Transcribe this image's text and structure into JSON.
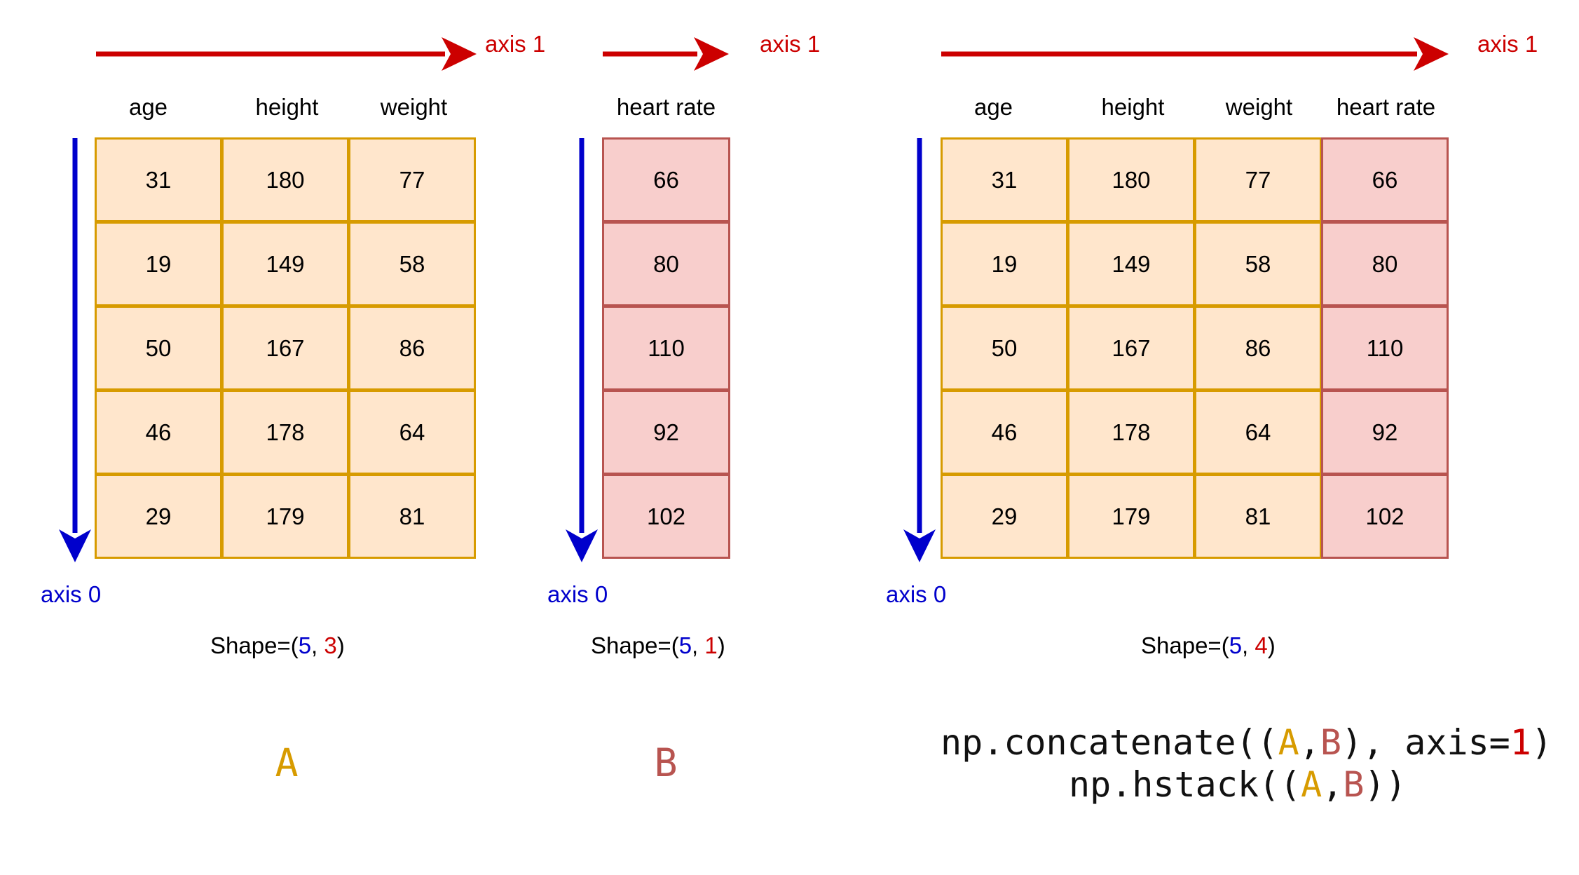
{
  "colors": {
    "axis1": "#cc0000",
    "axis0": "#0000cc",
    "a_fill": "#ffe6cc",
    "a_border": "#d79b00",
    "b_fill": "#f8cecc",
    "b_border": "#b85450",
    "letter_a": "#d79b00",
    "letter_b": "#b85450"
  },
  "panel_a": {
    "axis1_label": "axis 1",
    "axis0_label": "axis 0",
    "headers": [
      "age",
      "height",
      "weight"
    ],
    "rows": [
      [
        "31",
        "180",
        "77"
      ],
      [
        "19",
        "149",
        "58"
      ],
      [
        "50",
        "167",
        "86"
      ],
      [
        "46",
        "178",
        "64"
      ],
      [
        "29",
        "179",
        "81"
      ]
    ],
    "shape": {
      "prefix": "Shape=(",
      "rows": "5",
      "sep": ", ",
      "cols": "3",
      "suffix": ")"
    },
    "letter": "A"
  },
  "panel_b": {
    "axis1_label": "axis 1",
    "axis0_label": "axis 0",
    "headers": [
      "heart rate"
    ],
    "rows": [
      [
        "66"
      ],
      [
        "80"
      ],
      [
        "110"
      ],
      [
        "92"
      ],
      [
        "102"
      ]
    ],
    "shape": {
      "prefix": "Shape=(",
      "rows": "5",
      "sep": ", ",
      "cols": "1",
      "suffix": ")"
    },
    "letter": "B"
  },
  "panel_c": {
    "axis1_label": "axis 1",
    "axis0_label": "axis 0",
    "headers": [
      "age",
      "height",
      "weight",
      "heart rate"
    ],
    "rows": [
      [
        "31",
        "180",
        "77",
        "66"
      ],
      [
        "19",
        "149",
        "58",
        "80"
      ],
      [
        "50",
        "167",
        "86",
        "110"
      ],
      [
        "46",
        "178",
        "64",
        "92"
      ],
      [
        "29",
        "179",
        "81",
        "102"
      ]
    ],
    "shape": {
      "prefix": "Shape=(",
      "rows": "5",
      "sep": ", ",
      "cols": "4",
      "suffix": ")"
    },
    "code": {
      "line1": {
        "fn": "np.concatenate((",
        "a": "A",
        "comma": ",",
        "b": "B",
        "mid": "), axis=",
        "axis": "1",
        "end": ")"
      },
      "line2": {
        "fn": "np.hstack((",
        "a": "A",
        "comma": ",",
        "b": "B",
        "end": "))"
      }
    }
  }
}
